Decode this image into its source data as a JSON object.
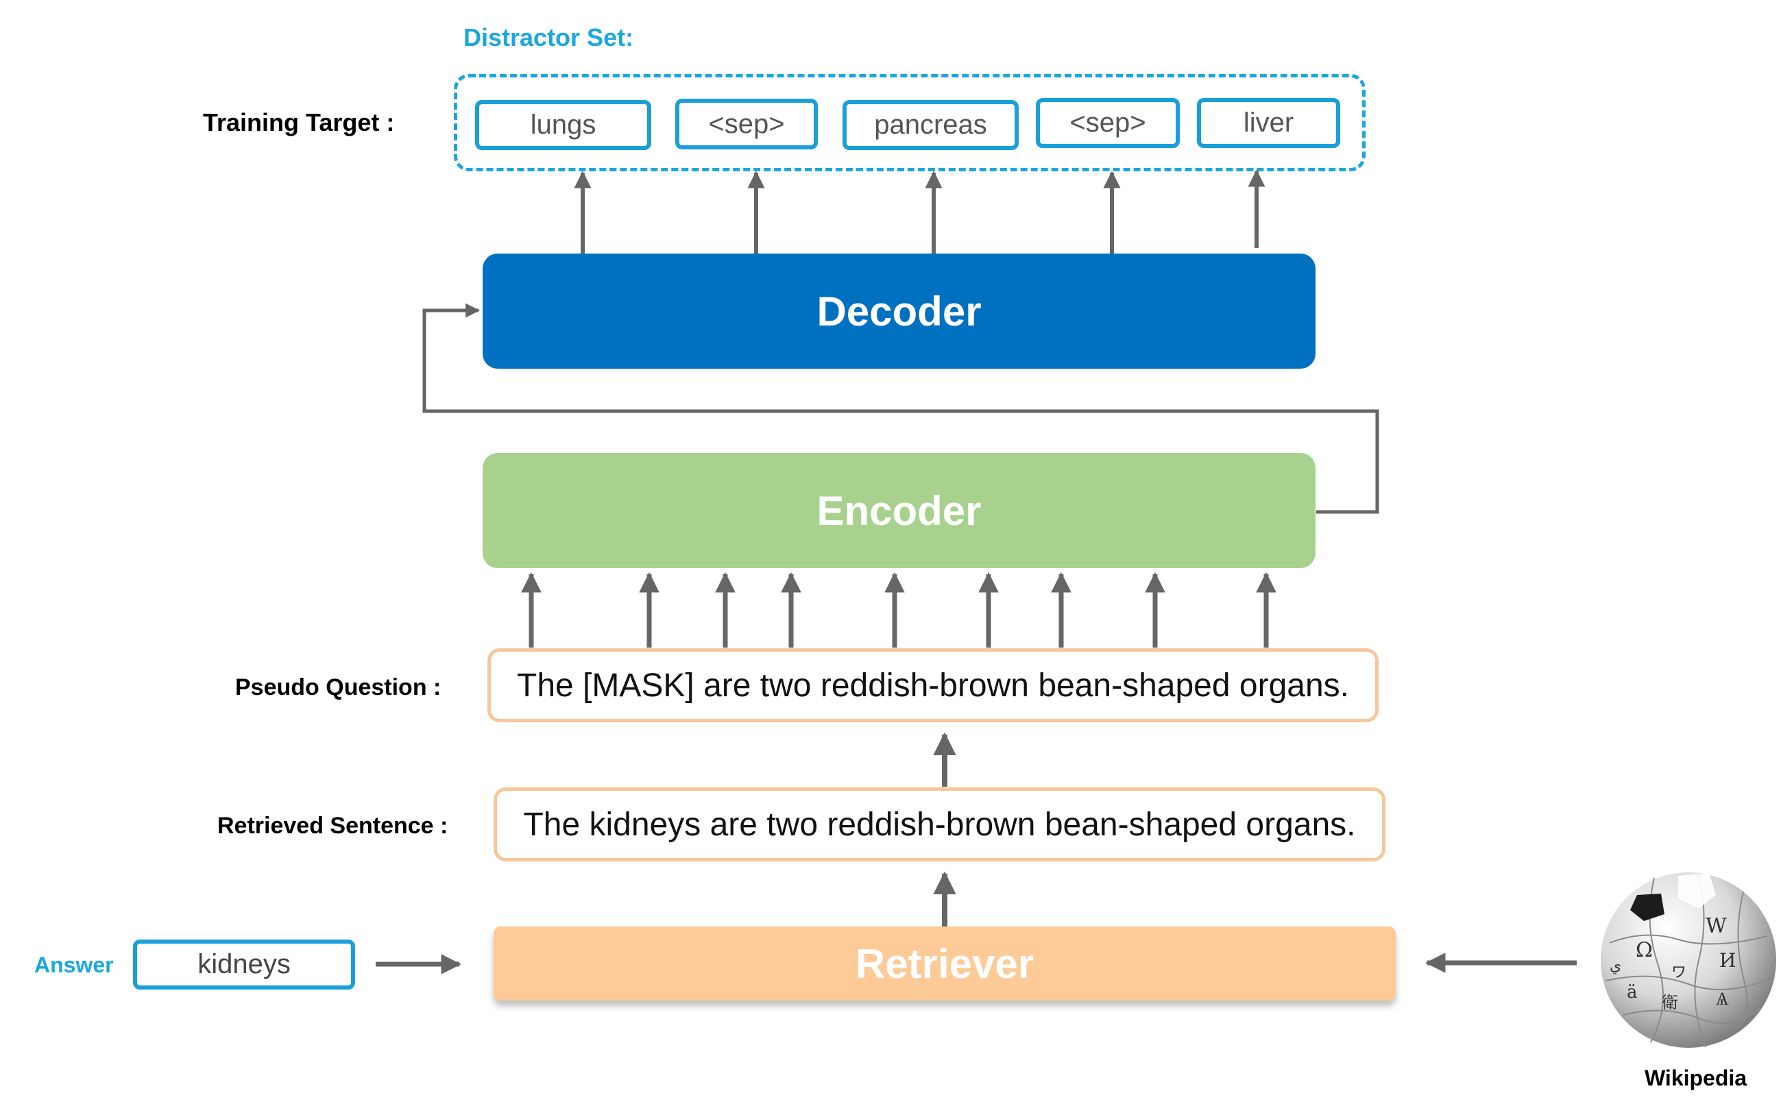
{
  "distractor_set_label": "Distractor Set:",
  "training_target_label": "Training Target :",
  "target_tokens": [
    "lungs",
    "<sep>",
    "pancreas",
    "<sep>",
    "liver"
  ],
  "decoder_label": "Decoder",
  "encoder_label": "Encoder",
  "pseudo_question_label": "Pseudo Question :",
  "pseudo_question_text": "The [MASK] are two reddish-brown bean-shaped organs.",
  "retrieved_sentence_label": "Retrieved Sentence :",
  "retrieved_sentence_text": "The kidneys are two reddish-brown bean-shaped organs.",
  "answer_label": "Answer",
  "answer_value": "kidneys",
  "retriever_label": "Retriever",
  "wikipedia_label": "Wikipedia",
  "colors": {
    "accent_blue": "#1aa7e0",
    "decoder_blue": "#0070c0",
    "encoder_green": "#a9d18e",
    "retriever_orange": "#fdca98",
    "sentence_border": "#f6c79a",
    "arrow_gray": "#666666"
  }
}
